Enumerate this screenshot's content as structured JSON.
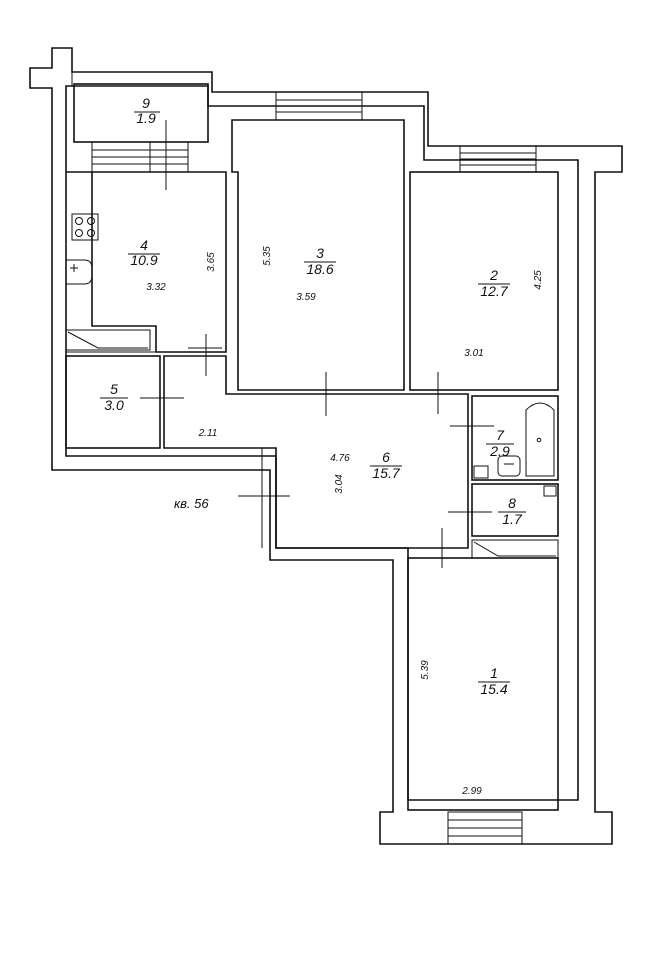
{
  "apartment": {
    "label": "кв.  56"
  },
  "rooms": [
    {
      "id": "1",
      "number": "1",
      "area": "15.4"
    },
    {
      "id": "2",
      "number": "2",
      "area": "12.7"
    },
    {
      "id": "3",
      "number": "3",
      "area": "18.6"
    },
    {
      "id": "4",
      "number": "4",
      "area": "10.9"
    },
    {
      "id": "5",
      "number": "5",
      "area": "3.0"
    },
    {
      "id": "6",
      "number": "6",
      "area": "15.7"
    },
    {
      "id": "7",
      "number": "7",
      "area": "2.9"
    },
    {
      "id": "8",
      "number": "8",
      "area": "1.7"
    },
    {
      "id": "9",
      "number": "9",
      "area": "1.9"
    }
  ],
  "dimensions": {
    "room1_height": "5.39",
    "room1_width": "2.99",
    "room2_height": "4.25",
    "room2_width": "3.01",
    "room3_height": "5.35",
    "room3_width": "3.59",
    "room4_height": "3.65",
    "room4_width": "3.32",
    "corridor_width": "2.11",
    "hall_width": "4.76",
    "hall_height": "3.04"
  },
  "icons": [
    "stove-icon",
    "sink-icon",
    "bathtub-icon",
    "toilet-icon",
    "washbasin-icon"
  ]
}
